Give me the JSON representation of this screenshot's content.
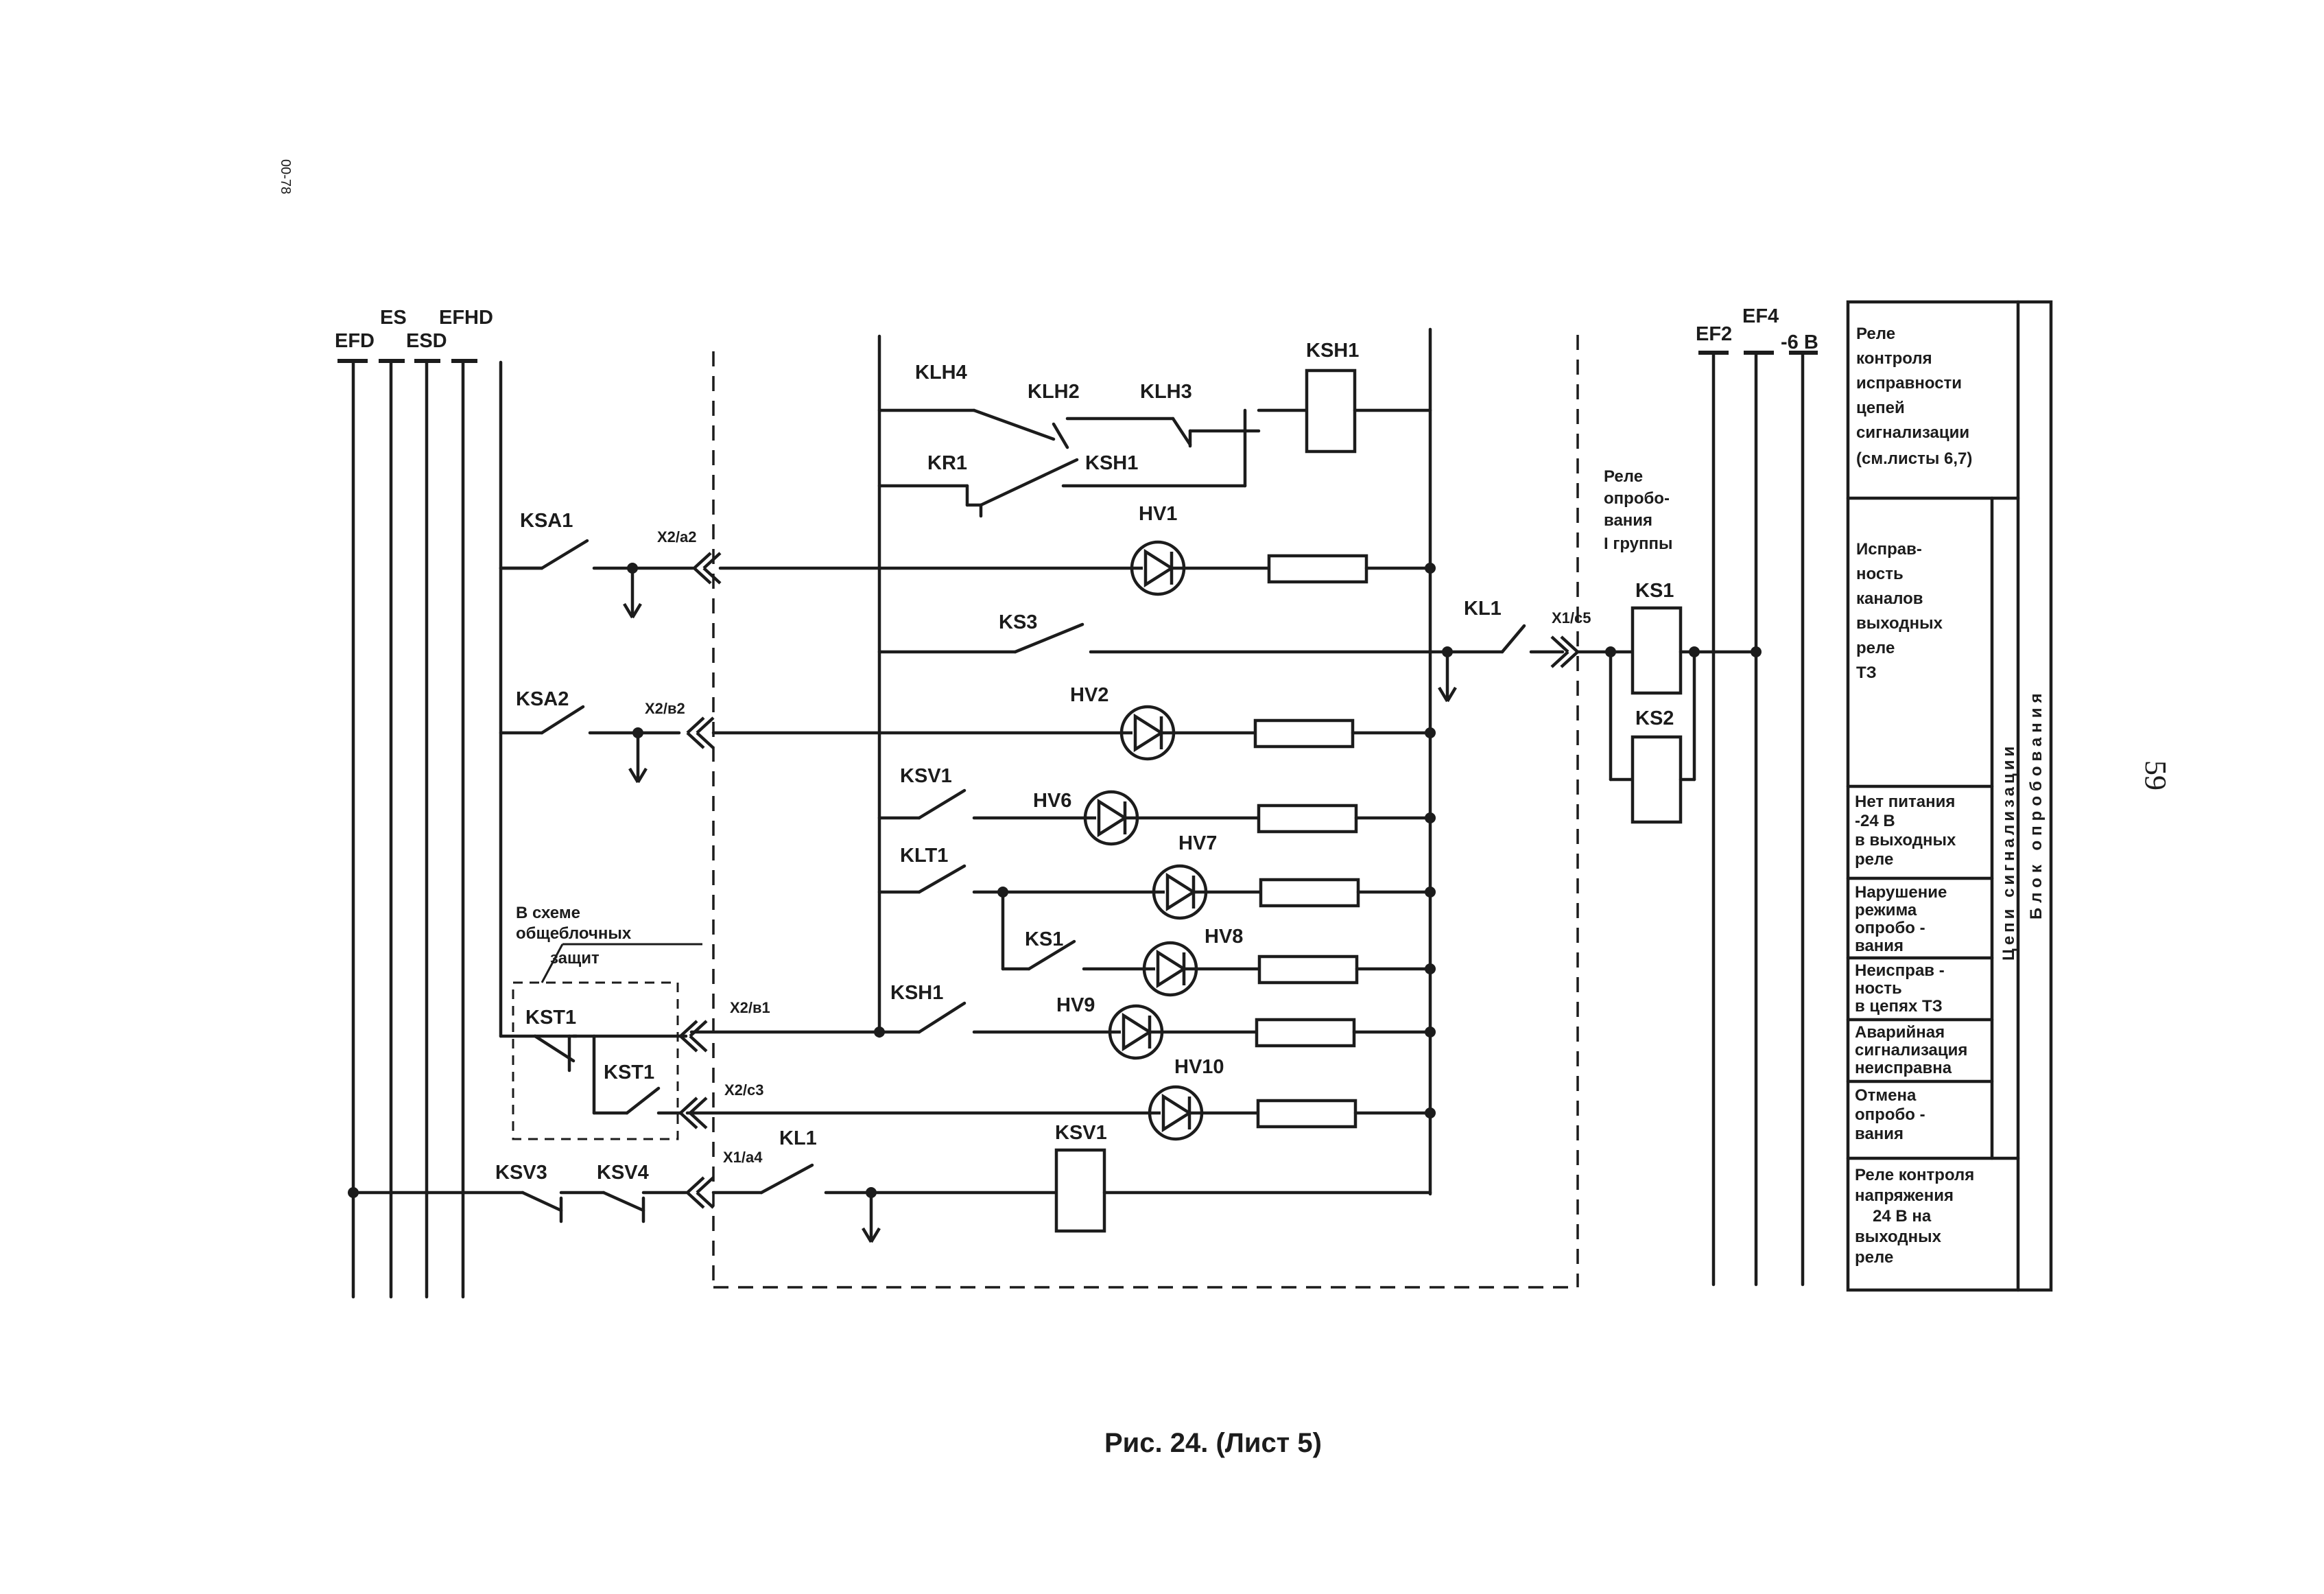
{
  "sheet_code": "00-78",
  "page_number": "59",
  "caption": "Рис. 24. (Лист 5)",
  "buses_left": [
    "EFD",
    "ES",
    "ESD",
    "EFHD"
  ],
  "buses_right": [
    "EF2",
    "EF4",
    "-6 В"
  ],
  "contacts": [
    "KLH4",
    "KLH2",
    "KLH3",
    "KR1",
    "KSH1",
    "KSA1",
    "KS3",
    "KSA2",
    "KSV1",
    "KLT1",
    "KS1",
    "KSH1",
    "KST1",
    "KST1",
    "KSV3",
    "KSV4",
    "KL1",
    "KL1"
  ],
  "relays": [
    "KSH1",
    "KS1",
    "KS2",
    "KSV1"
  ],
  "lamps": [
    "HV1",
    "HV2",
    "HV6",
    "HV7",
    "HV8",
    "HV9",
    "HV10"
  ],
  "connectors": [
    "X2/a2",
    "X2/в2",
    "X2/в1",
    "X2/c3",
    "X1/a4",
    "X1/c5"
  ],
  "note_block": [
    "В схеме",
    "общеблочных",
    "защит"
  ],
  "note_relay": [
    "Реле",
    "опробо-",
    "вания",
    "I группы"
  ],
  "legend": {
    "col_outer": "Блок опробования",
    "col_inner": "Цепи сигнализации",
    "rows": [
      [
        "Реле",
        "контроля",
        "исправности",
        "цепей",
        "сигнализации",
        "(см.листы 6,7)"
      ],
      [
        "Исправ-",
        "ность",
        "каналов",
        "выходных",
        "реле",
        "ТЗ"
      ],
      [
        "Нет питания",
        "-24 В",
        "в выходных",
        "реле"
      ],
      [
        "Нарушение",
        "режима",
        "опробо -",
        "вания"
      ],
      [
        "Неисправ -",
        "ность",
        "в цепях ТЗ"
      ],
      [
        "Аварийная",
        "сигнализация",
        "неисправна"
      ],
      [
        "Отмена",
        "опробо -",
        "вания"
      ],
      [
        "Реле контроля",
        "напряжения",
        "24 В на",
        "выходных",
        "реле"
      ]
    ]
  }
}
